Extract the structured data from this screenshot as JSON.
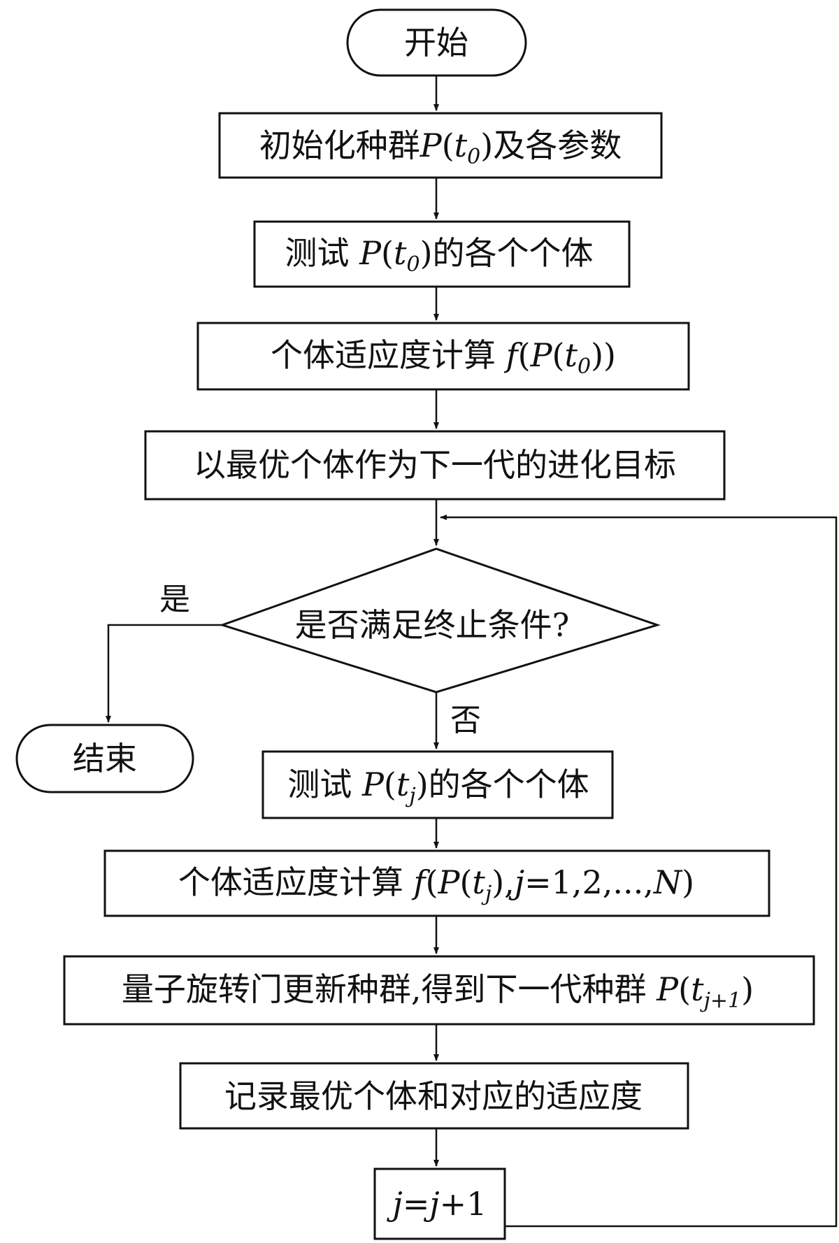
{
  "flowchart": {
    "start": "开始",
    "init": {
      "prefix": "初始化种群",
      "var": "P",
      "open": "(",
      "t": "t",
      "sub": "0",
      "close": ")",
      "suffix": "及各参数"
    },
    "test0": {
      "prefix": "测试 ",
      "var": "P",
      "open": "(",
      "t": "t",
      "sub": "0",
      "close": ")",
      "suffix": "的各个个体"
    },
    "fitness0": {
      "prefix": "个体适应度计算 ",
      "f": "f",
      "open1": "(",
      "var": "P",
      "open2": "(",
      "t": "t",
      "sub": "0",
      "close": "))"
    },
    "target": "以最优个体作为下一代的进化目标",
    "decision": "是否满足终止条件?",
    "yes": "是",
    "no": "否",
    "end": "结束",
    "testj": {
      "prefix": "测试 ",
      "var": "P",
      "open": "(",
      "t": "t",
      "sub": "j",
      "close": ")",
      "suffix": "的各个个体"
    },
    "fitnessj": {
      "prefix": "个体适应度计算 ",
      "f": "f",
      "open1": "(",
      "var": "P",
      "open2": "(",
      "t": "t",
      "sub": "j",
      "comma": "),",
      "j": "j",
      "eq": "=1,2,...,",
      "N": "N",
      "close": ")"
    },
    "update": {
      "prefix": "量子旋转门更新种群,得到下一代种群 ",
      "var": "P",
      "open": "(",
      "t": "t",
      "sub": "j+1",
      "close": ")"
    },
    "record": "记录最优个体和对应的适应度",
    "increment": {
      "j1": "j",
      "eq": "=",
      "j2": "j",
      "plus": "+1"
    }
  }
}
